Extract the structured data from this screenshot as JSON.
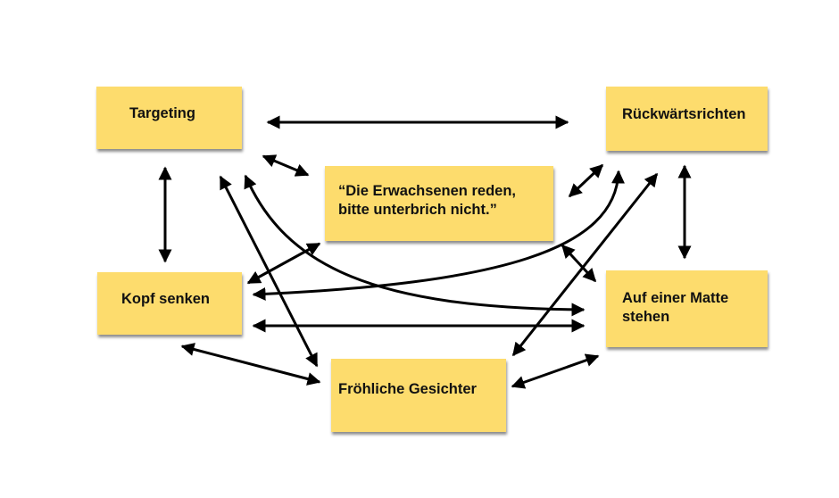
{
  "diagram": {
    "type": "relationship-network",
    "note_color": "#fddc6d",
    "arrow_color": "#000000",
    "nodes": {
      "targeting": "Targeting",
      "rueckwaertsrichten": "Rückwärtsrichten",
      "quote": "“Die Erwachsenen reden,\nbitte unterbrich nicht.”",
      "kopf_senken": "Kopf senken",
      "auf_einer_matte": "Auf einer Matte\nstehen",
      "froehliche_gesichter": "Fröhliche Gesichter"
    },
    "edges": [
      {
        "from": "targeting",
        "to": "rueckwaertsrichten",
        "direction": "both"
      },
      {
        "from": "targeting",
        "to": "kopf_senken",
        "direction": "both"
      },
      {
        "from": "targeting",
        "to": "quote",
        "direction": "both"
      },
      {
        "from": "targeting",
        "to": "froehliche_gesichter",
        "direction": "both"
      },
      {
        "from": "targeting",
        "to": "auf_einer_matte",
        "direction": "both",
        "curved": true
      },
      {
        "from": "rueckwaertsrichten",
        "to": "auf_einer_matte",
        "direction": "both"
      },
      {
        "from": "rueckwaertsrichten",
        "to": "quote",
        "direction": "both"
      },
      {
        "from": "rueckwaertsrichten",
        "to": "kopf_senken",
        "direction": "both",
        "curved": true
      },
      {
        "from": "rueckwaertsrichten",
        "to": "froehliche_gesichter",
        "direction": "both"
      },
      {
        "from": "quote",
        "to": "kopf_senken",
        "direction": "both"
      },
      {
        "from": "quote",
        "to": "auf_einer_matte",
        "direction": "both"
      },
      {
        "from": "kopf_senken",
        "to": "auf_einer_matte",
        "direction": "both"
      },
      {
        "from": "kopf_senken",
        "to": "froehliche_gesichter",
        "direction": "both"
      },
      {
        "from": "froehliche_gesichter",
        "to": "auf_einer_matte",
        "direction": "both"
      }
    ]
  }
}
